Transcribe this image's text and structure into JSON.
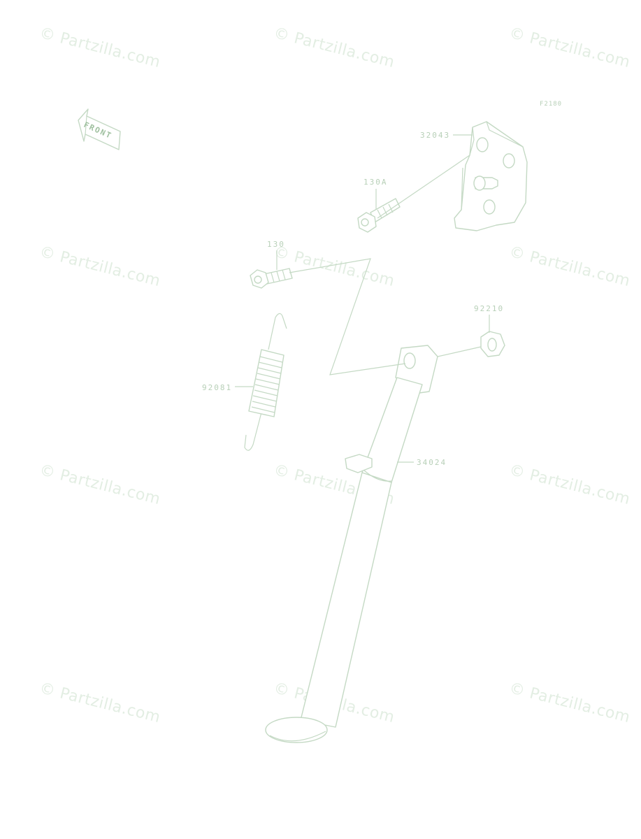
{
  "figure_code": "F2180",
  "front_label": "FRONT",
  "watermark": "© Partzilla.com",
  "parts": {
    "bracket": "32043",
    "bolt_a": "130A",
    "bolt": "130",
    "nut": "92210",
    "spring": "92081",
    "stand": "34024"
  },
  "colors": {
    "line": "#c4d9c4",
    "text": "#b8d0b8",
    "watermark": "#e3eee3"
  }
}
